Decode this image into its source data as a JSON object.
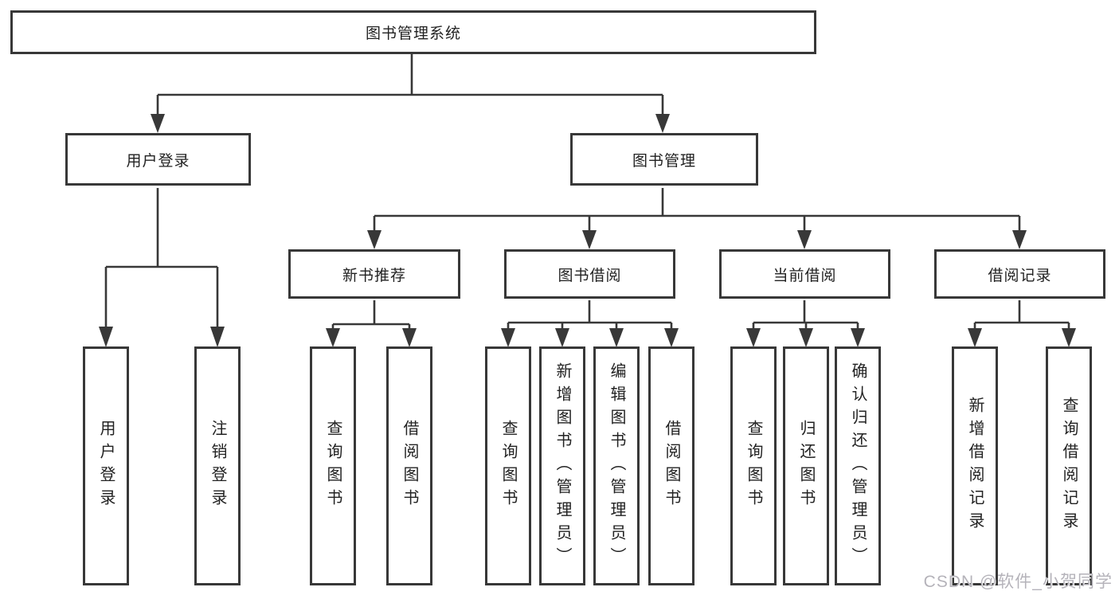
{
  "diagram": {
    "title": "图书管理系统",
    "branches": [
      {
        "label": "用户登录",
        "children": [
          {
            "label": "用户登录"
          },
          {
            "label": "注销登录"
          }
        ]
      },
      {
        "label": "图书管理",
        "children": [
          {
            "label": "新书推荐",
            "children": [
              {
                "label": "查询图书"
              },
              {
                "label": "借阅图书"
              }
            ]
          },
          {
            "label": "图书借阅",
            "children": [
              {
                "label": "查询图书"
              },
              {
                "label": "新增图书（管理员）"
              },
              {
                "label": "编辑图书（管理员）"
              },
              {
                "label": "借阅图书"
              }
            ]
          },
          {
            "label": "当前借阅",
            "children": [
              {
                "label": "查询图书"
              },
              {
                "label": "归还图书"
              },
              {
                "label": "确认归还（管理员）"
              }
            ]
          },
          {
            "label": "借阅记录",
            "children": [
              {
                "label": "新增借阅记录"
              },
              {
                "label": "查询借阅记录"
              }
            ]
          }
        ]
      }
    ]
  },
  "watermark": {
    "text": "CSDN @软件_小贺同学"
  },
  "colors": {
    "line": "#383838",
    "box_border": "#383838",
    "text": "#222222",
    "background": "#ffffff",
    "watermark": "#b5b3ba"
  }
}
